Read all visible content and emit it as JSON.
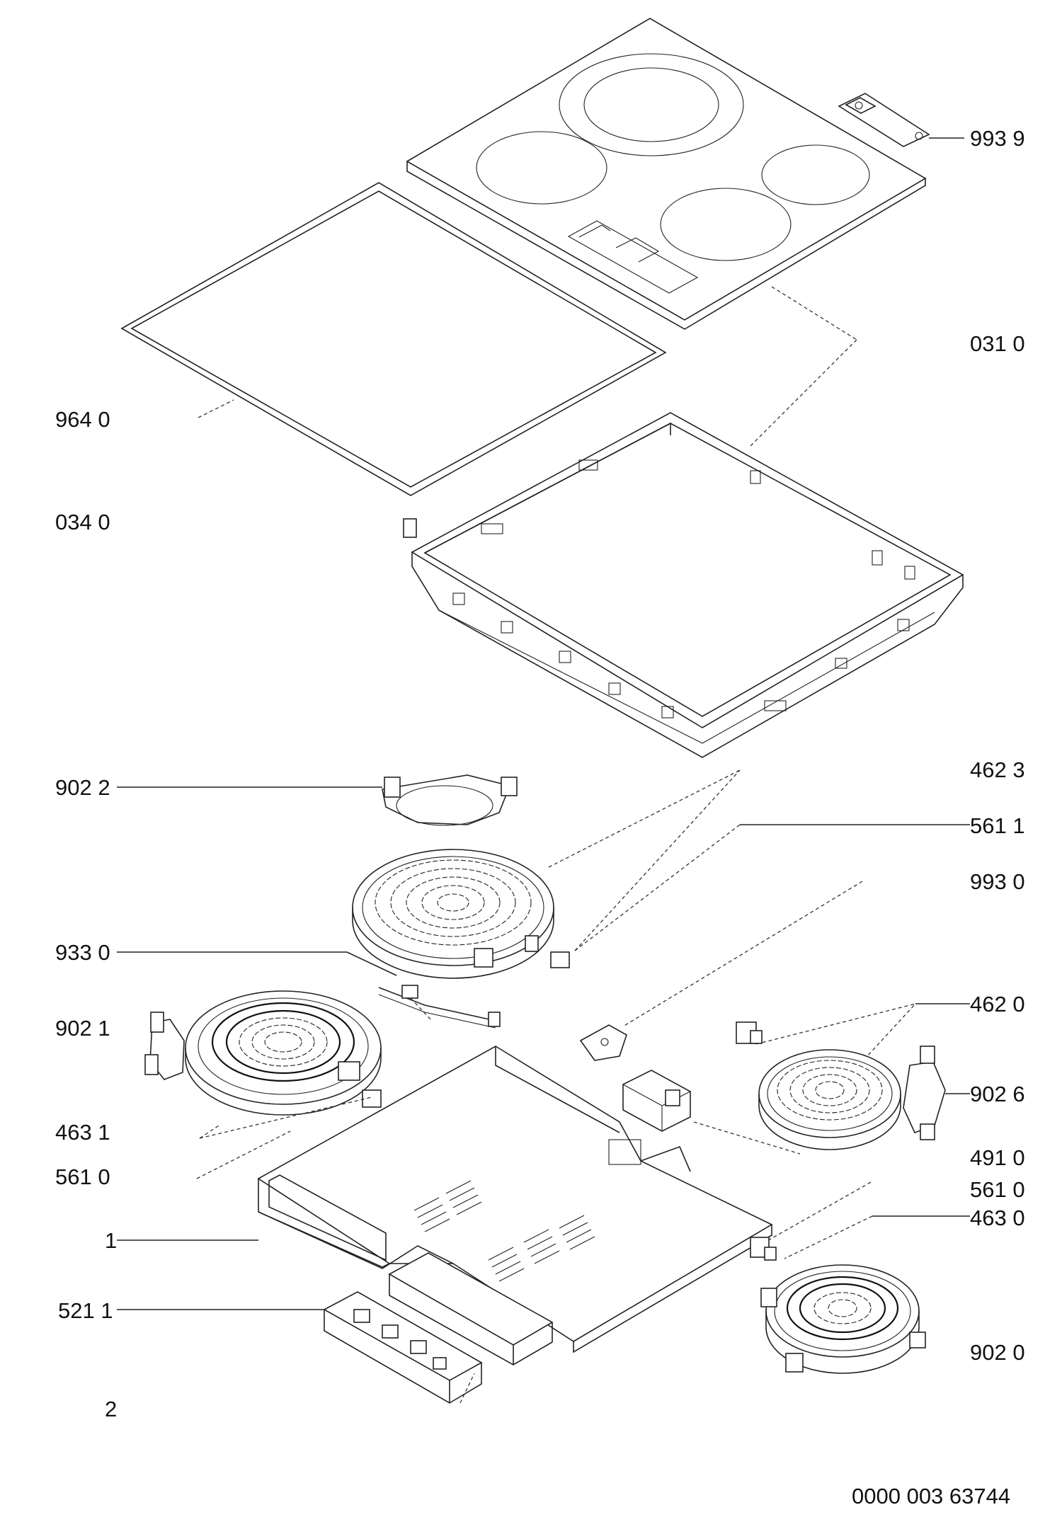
{
  "labels": {
    "l9939": "993 9",
    "l0310": "031 0",
    "l9640": "964 0",
    "l0340": "034 0",
    "l4623": "462 3",
    "l9022": "902 2",
    "l5611": "561 1",
    "l9930": "993 0",
    "l9330": "933 0",
    "l4620": "462 0",
    "l9021": "902 1",
    "l9026": "902 6",
    "l4631": "463 1",
    "l4910": "491 0",
    "l5610a": "561 0",
    "l5610b": "561 0",
    "l4630": "463 0",
    "l1": "1",
    "l5211": "521 1",
    "l9020": "902 0",
    "l2": "2",
    "docnum": "0000 003 63744"
  }
}
